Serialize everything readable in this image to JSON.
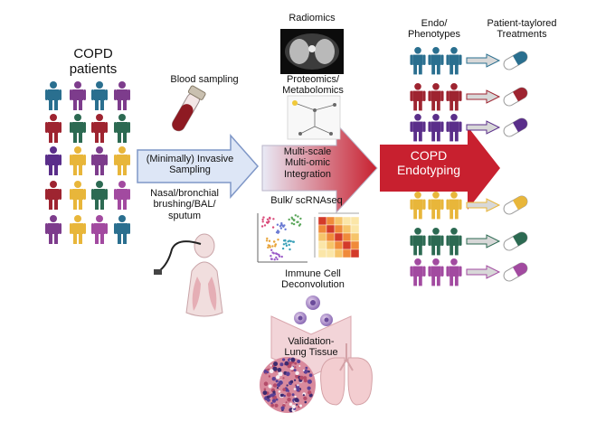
{
  "colors": {
    "teal": "#2a6f8f",
    "purple": "#7d3c8c",
    "red": "#9e2430",
    "green": "#2c6a52",
    "yellow": "#e8b63a",
    "violet": "#5a2e8a",
    "magenta": "#a24aa0",
    "input_arrow_fill": "#dde6f6",
    "input_arrow_stroke": "#7f97c7",
    "integration_grad_left": "#e9eaf6",
    "integration_grad_right": "#c8202f",
    "endotyping_fill": "#c8202f",
    "validation_fill": "#f2d4d8"
  },
  "labels": {
    "copd_patients": "COPD\npatients",
    "blood_sampling": "Blood sampling",
    "invasive_sampling": "(Minimally) Invasive\nSampling",
    "nasal_brushing": "Nasal/bronchial\nbrushing/BAL/\nsputum",
    "radiomics": "Radiomics",
    "proteomics": "Proteomics/\nMetabolomics",
    "integration": "Multi-scale\nMulti-omic\nIntegration",
    "bulk_scrnaseq": "Bulk/ scRNAseq",
    "immune_deconvolution": "Immune Cell\nDeconvolution",
    "validation": "Validation-\nLung Tissue",
    "copd_endotyping": "COPD\nEndotyping",
    "endo_phenotypes": "Endo/\nPhenotypes",
    "patient_treatments": "Patient-taylored\nTreatments"
  },
  "patient_grid_colors": [
    [
      "teal",
      "purple",
      "teal",
      "purple"
    ],
    [
      "red",
      "green",
      "red",
      "green"
    ],
    [
      "violet",
      "yellow",
      "purple",
      "yellow"
    ],
    [
      "red",
      "yellow",
      "green",
      "magenta"
    ],
    [
      "purple",
      "yellow",
      "magenta",
      "teal"
    ]
  ],
  "endotype_groups": [
    "teal",
    "red",
    "violet",
    "yellow",
    "green",
    "magenta"
  ]
}
